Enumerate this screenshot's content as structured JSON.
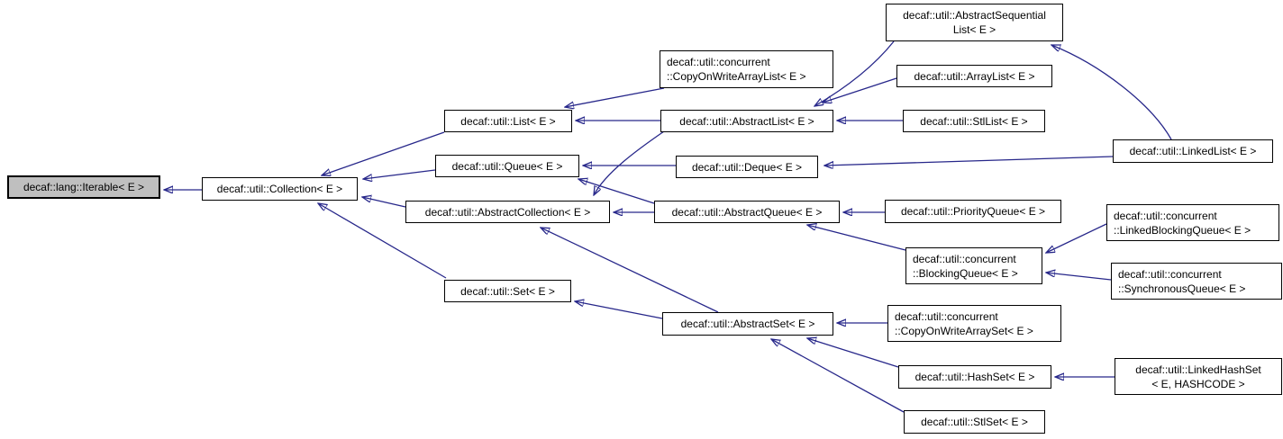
{
  "diagram": {
    "kind": "doxygen-inheritance-graph",
    "background_color": "#ffffff",
    "edge_color": "#27278a",
    "node_fill": "#ffffff",
    "node_border_color": "#000000",
    "highlighted_node_fill": "#bfbfbf",
    "highlighted_node": "iterable"
  },
  "nodes": {
    "iterable": {
      "label": "decaf::lang::Iterable< E >"
    },
    "collection": {
      "label": "decaf::util::Collection< E >"
    },
    "list": {
      "label": "decaf::util::List< E >"
    },
    "queue": {
      "label": "decaf::util::Queue< E >"
    },
    "abstract_collection": {
      "label": "decaf::util::AbstractCollection< E >"
    },
    "set": {
      "label": "decaf::util::Set< E >"
    },
    "cow_list": {
      "line1": "decaf::util::concurrent",
      "line2": "::CopyOnWriteArrayList< E >"
    },
    "abstract_sequential_list": {
      "line1": "decaf::util::AbstractSequential",
      "line2": "List< E >"
    },
    "array_list": {
      "label": "decaf::util::ArrayList< E >"
    },
    "abstract_list": {
      "label": "decaf::util::AbstractList< E >"
    },
    "stl_list": {
      "label": "decaf::util::StlList< E >"
    },
    "deque": {
      "label": "decaf::util::Deque< E >"
    },
    "linked_list": {
      "label": "decaf::util::LinkedList< E >"
    },
    "abstract_queue": {
      "label": "decaf::util::AbstractQueue< E >"
    },
    "priority_queue": {
      "label": "decaf::util::PriorityQueue< E >"
    },
    "linked_blocking_queue": {
      "line1": "decaf::util::concurrent",
      "line2": "::LinkedBlockingQueue< E >"
    },
    "blocking_queue": {
      "line1": "decaf::util::concurrent",
      "line2": "::BlockingQueue< E >"
    },
    "synchronous_queue": {
      "line1": "decaf::util::concurrent",
      "line2": "::SynchronousQueue< E >"
    },
    "abstract_set": {
      "label": "decaf::util::AbstractSet< E >"
    },
    "cow_set": {
      "line1": "decaf::util::concurrent",
      "line2": "::CopyOnWriteArraySet< E >"
    },
    "hash_set": {
      "label": "decaf::util::HashSet< E >"
    },
    "linked_hash_set": {
      "line1": "decaf::util::LinkedHashSet",
      "line2": "< E, HASHCODE >"
    },
    "stl_set": {
      "label": "decaf::util::StlSet< E >"
    }
  },
  "edges": [
    {
      "from": "collection",
      "to": "iterable"
    },
    {
      "from": "list",
      "to": "collection"
    },
    {
      "from": "queue",
      "to": "collection"
    },
    {
      "from": "abstract_collection",
      "to": "collection"
    },
    {
      "from": "set",
      "to": "collection"
    },
    {
      "from": "cow_list",
      "to": "list"
    },
    {
      "from": "abstract_list",
      "to": "list"
    },
    {
      "from": "abstract_sequential_list",
      "to": "abstract_list"
    },
    {
      "from": "array_list",
      "to": "abstract_list"
    },
    {
      "from": "stl_list",
      "to": "abstract_list"
    },
    {
      "from": "linked_list",
      "to": "abstract_sequential_list"
    },
    {
      "from": "linked_list",
      "to": "deque"
    },
    {
      "from": "deque",
      "to": "queue"
    },
    {
      "from": "abstract_queue",
      "to": "queue"
    },
    {
      "from": "abstract_list",
      "to": "abstract_collection"
    },
    {
      "from": "abstract_queue",
      "to": "abstract_collection"
    },
    {
      "from": "priority_queue",
      "to": "abstract_queue"
    },
    {
      "from": "blocking_queue",
      "to": "abstract_queue"
    },
    {
      "from": "linked_blocking_queue",
      "to": "blocking_queue"
    },
    {
      "from": "synchronous_queue",
      "to": "blocking_queue"
    },
    {
      "from": "abstract_set",
      "to": "set"
    },
    {
      "from": "abstract_set",
      "to": "abstract_collection"
    },
    {
      "from": "cow_set",
      "to": "abstract_set"
    },
    {
      "from": "hash_set",
      "to": "abstract_set"
    },
    {
      "from": "stl_set",
      "to": "abstract_set"
    },
    {
      "from": "linked_hash_set",
      "to": "hash_set"
    }
  ]
}
